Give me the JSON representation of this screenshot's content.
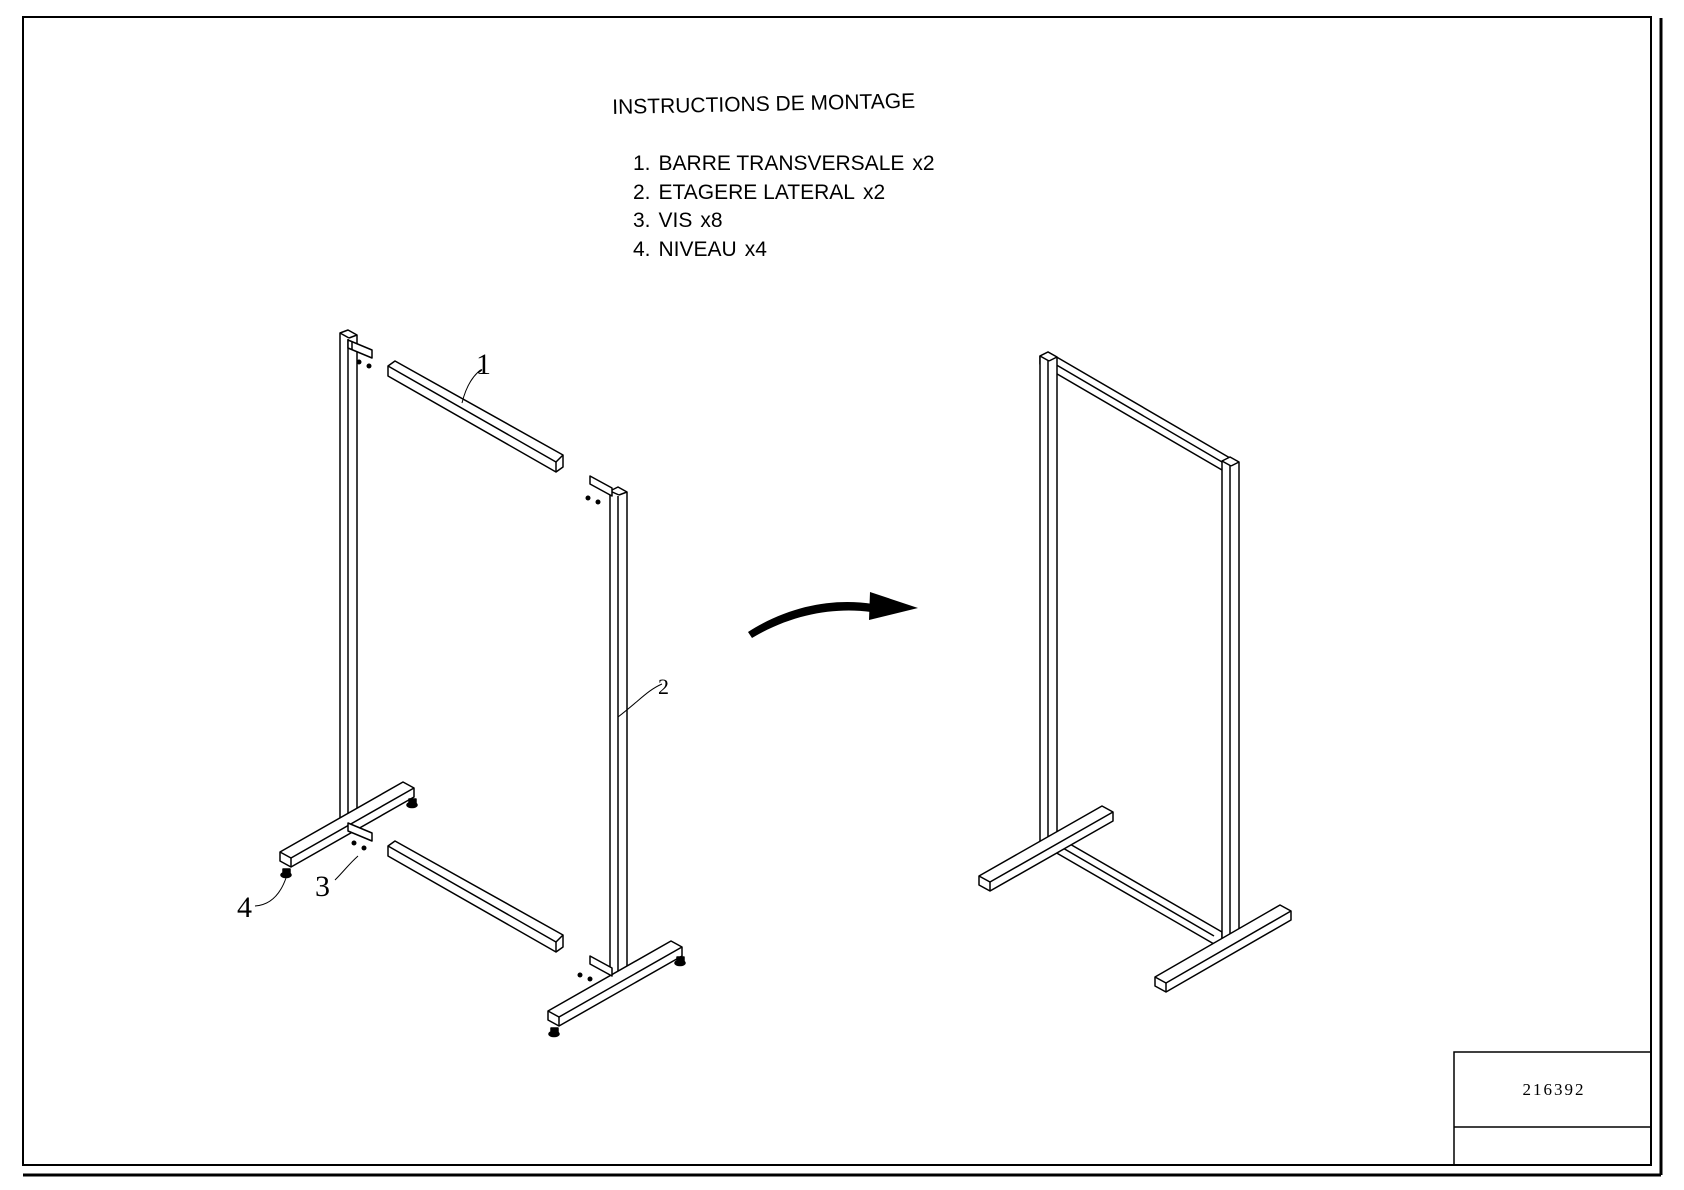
{
  "header": {
    "title": "INSTRUCTIONS DE MONTAGE"
  },
  "parts_list": [
    {
      "index": "1.",
      "name": "BARRE TRANSVERSALE",
      "qty": "x2"
    },
    {
      "index": "2.",
      "name": "ETAGERE LATERAL",
      "qty": "x2"
    },
    {
      "index": "3.",
      "name": "VIS",
      "qty": "x8"
    },
    {
      "index": "4.",
      "name": "NIVEAU",
      "qty": "x4"
    }
  ],
  "callouts": {
    "crossbar": "1",
    "side_frame": "2",
    "screw": "3",
    "leveler": "4"
  },
  "title_block": {
    "drawing_number": "216392"
  },
  "icons": {
    "arrow": "curved-arrow-right-icon"
  }
}
